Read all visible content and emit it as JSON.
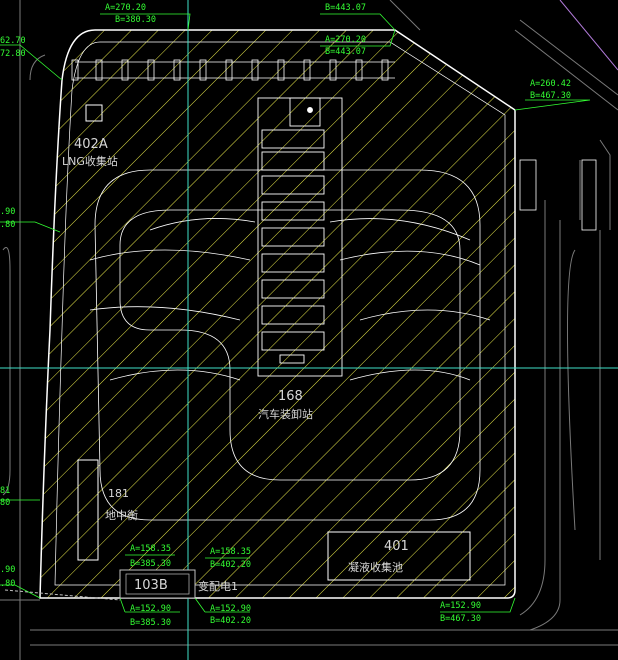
{
  "drawing": {
    "colors": {
      "background": "#000000",
      "boundary": "#ffffff",
      "hatch": "#e8e84a",
      "grid_axis": "#3fe0c8",
      "coord_text": "#33ff33",
      "building": "#c0c0c0",
      "road": "#7a7a7a"
    },
    "coordinates": [
      {
        "a": "A=270.20",
        "b": "B=380.30"
      },
      {
        "a": "",
        "b": "B=443.07"
      },
      {
        "a": "A=270.20",
        "b": "B=443.07"
      },
      {
        "a": "A=260.42",
        "b": "B=467.30"
      },
      {
        "a": "A=158.35",
        "b": "B=385.30"
      },
      {
        "a": "A=158.35",
        "b": "B=402.20"
      },
      {
        "a": "A=152.90",
        "b": "B=385.30"
      },
      {
        "a": "A=152.90",
        "b": "B=402.20"
      },
      {
        "a": "A=152.90",
        "b": "B=467.30"
      }
    ],
    "edge_fragments": [
      "62.70",
      "72.80",
      ".90",
      ".80",
      "81",
      "80",
      ".90",
      ".80"
    ],
    "buildings": [
      {
        "number": "402A",
        "name": "LNG收集站"
      },
      {
        "number": "168",
        "name": "汽车装卸站"
      },
      {
        "number": "181",
        "name": "地中衡"
      },
      {
        "number": "103B",
        "name": "变配电1"
      },
      {
        "number": "401",
        "name": "凝液收集池"
      }
    ]
  }
}
